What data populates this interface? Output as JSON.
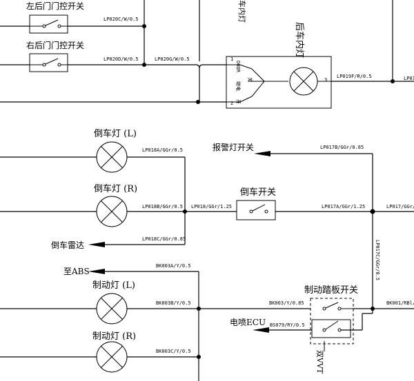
{
  "components": {
    "left_rear_door_switch": "左后门门控开关",
    "right_rear_door_switch": "右后门门控开关",
    "rear_interior_light": "后车内灯",
    "interior_light_partial": "车内灯",
    "reverse_light_left": "倒车灯 (L)",
    "reverse_light_right": "倒车灯 (R)",
    "reverse_switch": "倒车开关",
    "reverse_radar": "倒车雷达",
    "alarm_light_switch": "报警灯开关",
    "to_abs": "至ABS",
    "brake_light_left": "制动灯 (L)",
    "brake_light_right": "制动灯 (R)",
    "brake_pedal_switch": "制动踏板开关",
    "efi_ecu": "电喷ECU",
    "dual_switch_partial": "双VVT"
  },
  "lamp_switch_labels": {
    "door": "DOOR",
    "off": "关",
    "on": "开",
    "relay": "继电",
    "pin_1": "1",
    "pin_2": "2",
    "pin_3": "3"
  },
  "wires": {
    "lp020c": "LP020C/W/0.5",
    "lp020d": "LP020D/W/0.5",
    "lp020g": "LP020G/W/0.5",
    "lp019f": "LP019F/R/0.5",
    "lp019_partial": "LP01",
    "lp018a": "LP018A/GGr/0.5",
    "lp018b": "LP018B/GGr/0.5",
    "lp018": "LP018/GGr/1.25",
    "lp018c": "LP018C/GGr/0.85",
    "lp017b": "LP017B/GGr/0.85",
    "lp017a": "LP017A/GGr/1.25",
    "lp017_partial": "LP017/GGr/",
    "lp017c_vertical": "LP017C/GGr/0.5",
    "bk003a": "BK003A/Y/0.5",
    "bk003b": "BK003B/Y/0.5",
    "bk003": "BK003/Y/0.85",
    "bk003c": "BK003C/Y/0.5",
    "bs079": "BS079/RY/0.5",
    "bk001_partial": "BK001/RBl/"
  }
}
